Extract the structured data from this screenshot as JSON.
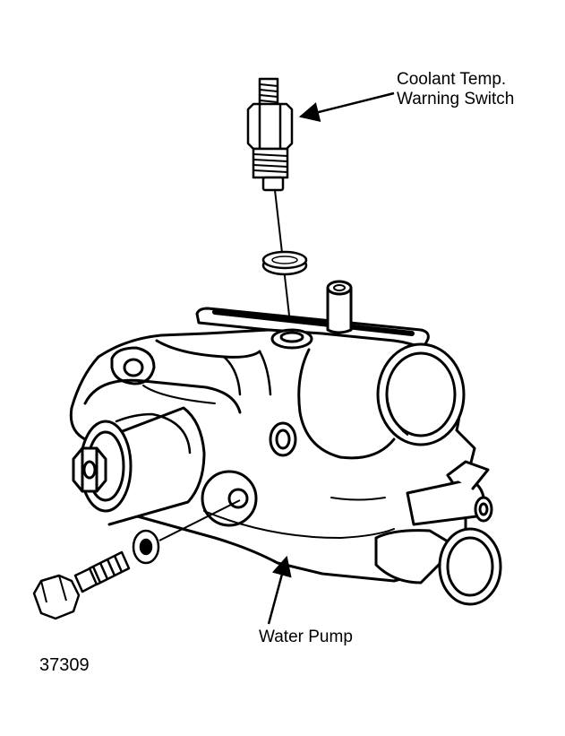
{
  "labels": {
    "switch_line1": "Coolant Temp.",
    "switch_line2": "Warning Switch",
    "pump": "Water Pump",
    "figure_number": "37309"
  },
  "colors": {
    "ink": "#000000",
    "paper": "#ffffff"
  }
}
